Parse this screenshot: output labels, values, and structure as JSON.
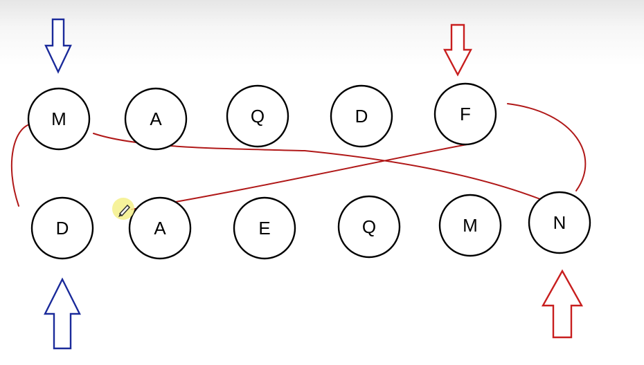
{
  "colors": {
    "background": "#ffffff",
    "node_stroke": "#000000",
    "connector": "#b01818",
    "pointer_left": "#1a2a9a",
    "pointer_right": "#c81e1e",
    "cursor_highlight": "#f4f08a"
  },
  "top_row": [
    {
      "id": "t1",
      "label": "M"
    },
    {
      "id": "t2",
      "label": "A"
    },
    {
      "id": "t3",
      "label": "Q"
    },
    {
      "id": "t4",
      "label": "D"
    },
    {
      "id": "t5",
      "label": "F"
    }
  ],
  "bottom_row": [
    {
      "id": "b1",
      "label": "D"
    },
    {
      "id": "b2",
      "label": "A"
    },
    {
      "id": "b3",
      "label": "E"
    },
    {
      "id": "b4",
      "label": "Q"
    },
    {
      "id": "b5",
      "label": "M"
    },
    {
      "id": "b6",
      "label": "N"
    }
  ],
  "connections": [
    {
      "from": "t1",
      "to": "b1",
      "color": "connector"
    },
    {
      "from": "t1",
      "to": "b6",
      "color": "connector"
    },
    {
      "from": "t5",
      "to": "b2",
      "color": "connector"
    },
    {
      "from": "t5",
      "to": "b6",
      "color": "connector"
    }
  ],
  "pointers": [
    {
      "name": "top-left-down-arrow",
      "target": "t1",
      "direction": "down",
      "color": "pointer_left"
    },
    {
      "name": "top-right-down-arrow",
      "target": "t5",
      "direction": "down",
      "color": "pointer_right"
    },
    {
      "name": "bottom-left-up-arrow",
      "target": "b1",
      "direction": "up",
      "color": "pointer_left"
    },
    {
      "name": "bottom-right-up-arrow",
      "target": "b6",
      "direction": "up",
      "color": "pointer_right"
    }
  ],
  "cursor": {
    "icon": "pen-cursor-icon"
  }
}
